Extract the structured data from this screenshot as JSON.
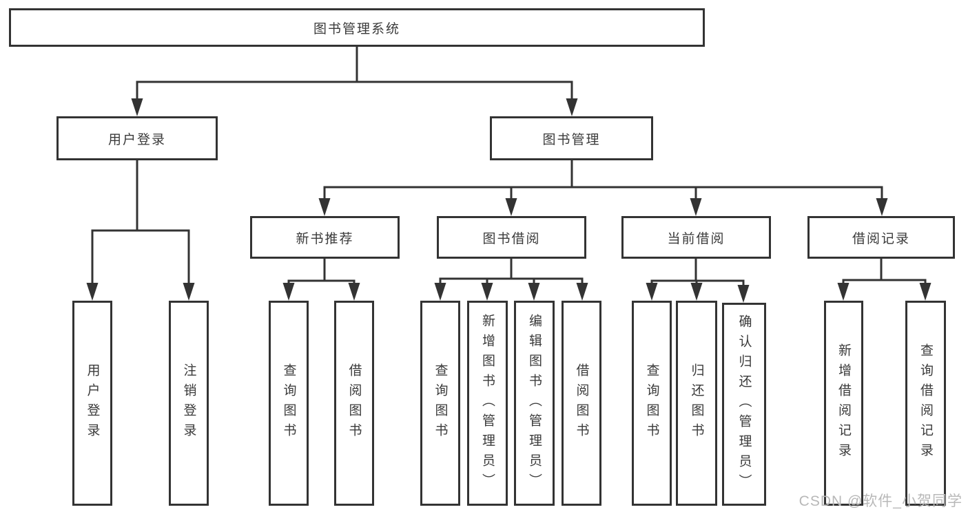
{
  "diagram": {
    "root": {
      "label": "图书管理系统"
    },
    "level2": [
      {
        "label": "用户登录"
      },
      {
        "label": "图书管理"
      }
    ],
    "level3": [
      {
        "label": "新书推荐"
      },
      {
        "label": "图书借阅"
      },
      {
        "label": "当前借阅"
      },
      {
        "label": "借阅记录"
      }
    ],
    "leaves": {
      "user_login": [
        "用户登录",
        "注销登录"
      ],
      "new_book_rec": [
        "查询图书",
        "借阅图书"
      ],
      "book_borrow": [
        "查询图书",
        "新增图书（管理员）",
        "编辑图书（管理员）",
        "借阅图书"
      ],
      "current_borrow": [
        "查询图书",
        "归还图书",
        "确认归还（管理员）"
      ],
      "borrow_record": [
        "新增借阅记录",
        "查询借阅记录"
      ]
    }
  },
  "watermark": {
    "text": "CSDN @软件_小贺同学"
  },
  "colors": {
    "line": "#333333",
    "box_border": "#333333",
    "text": "#3a3a3a",
    "background": "#ffffff",
    "watermark": "#b8b8b8"
  }
}
